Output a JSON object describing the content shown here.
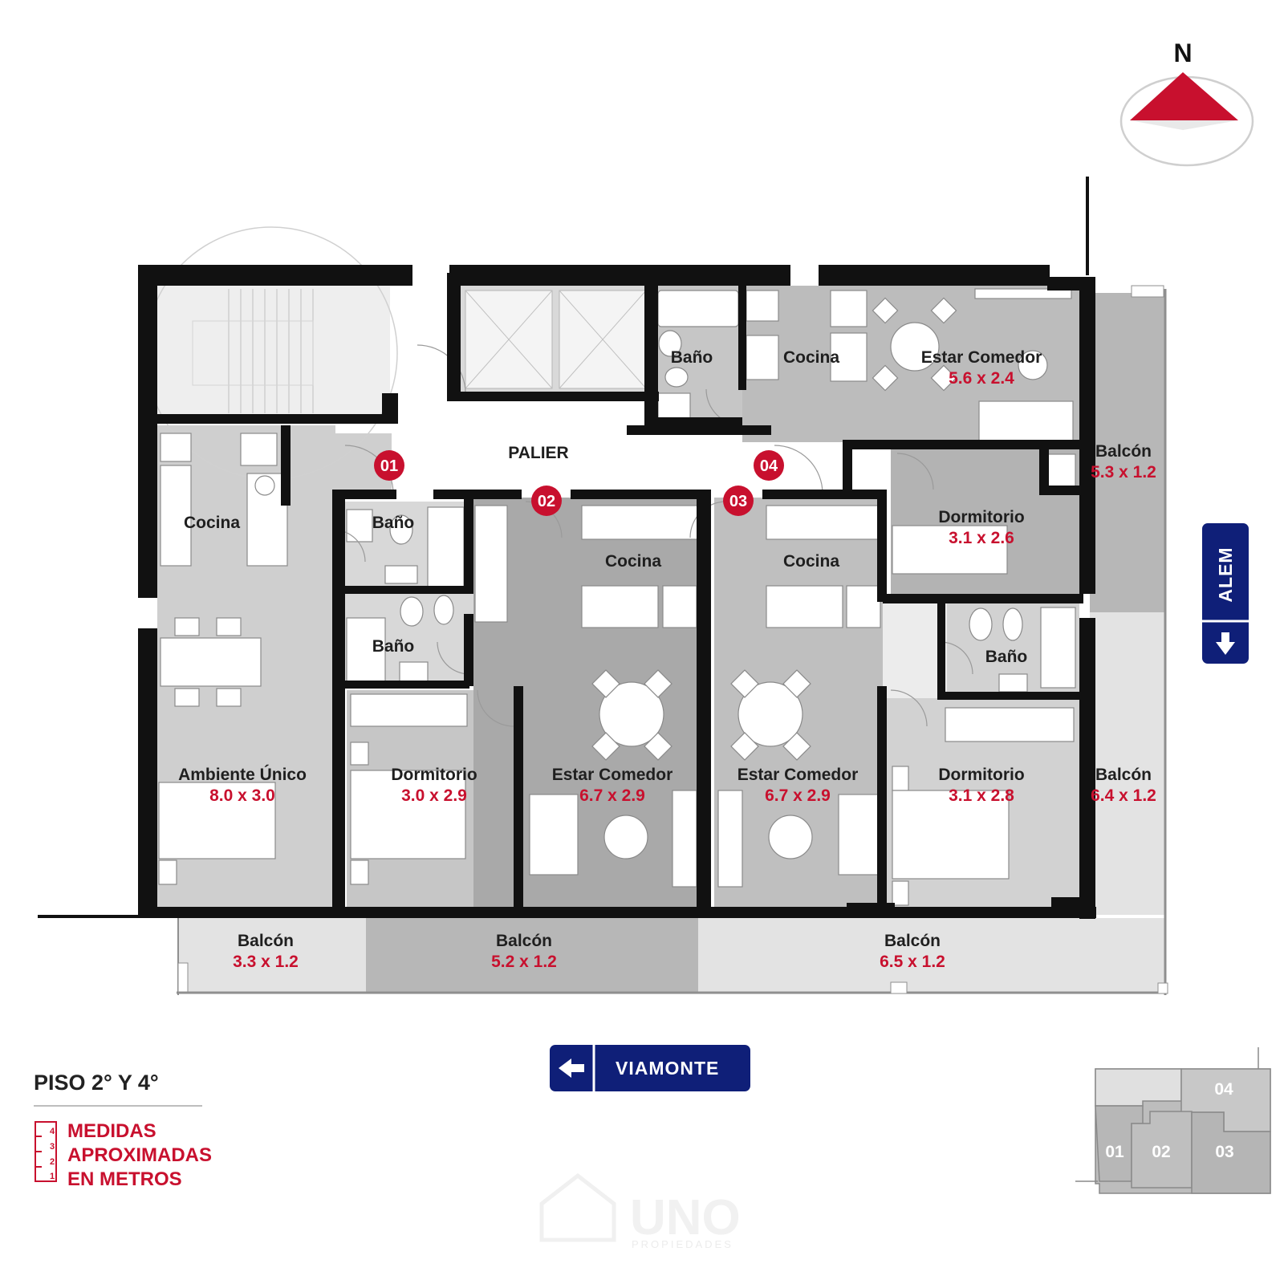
{
  "compass": {
    "label": "N"
  },
  "hall": {
    "label": "PALIER"
  },
  "units": [
    {
      "id": "01",
      "label": "01"
    },
    {
      "id": "02",
      "label": "02"
    },
    {
      "id": "03",
      "label": "03"
    },
    {
      "id": "04",
      "label": "04"
    }
  ],
  "rooms": {
    "u4_bano": {
      "name": "Baño"
    },
    "u4_cocina": {
      "name": "Cocina"
    },
    "u4_estar": {
      "name": "Estar Comedor",
      "dim": "5.6 x 2.4"
    },
    "u4_balcon": {
      "name": "Balcón",
      "dim": "5.3 x 1.2"
    },
    "u4_dormitorio": {
      "name": "Dormitorio",
      "dim": "3.1 x 2.6"
    },
    "u1_cocina": {
      "name": "Cocina"
    },
    "u1_ambiente": {
      "name": "Ambiente Único",
      "dim": "8.0 x 3.0"
    },
    "u1_balcon": {
      "name": "Balcón",
      "dim": "3.3 x 1.2"
    },
    "u2_bano1": {
      "name": "Baño"
    },
    "u2_bano2": {
      "name": "Baño"
    },
    "u2_cocina": {
      "name": "Cocina"
    },
    "u2_dormitorio": {
      "name": "Dormitorio",
      "dim": "3.0 x 2.9"
    },
    "u2_estar": {
      "name": "Estar Comedor",
      "dim": "6.7 x 2.9"
    },
    "u2_balcon": {
      "name": "Balcón",
      "dim": "5.2 x 1.2"
    },
    "u3_cocina": {
      "name": "Cocina"
    },
    "u3_estar": {
      "name": "Estar Comedor",
      "dim": "6.7 x 2.9"
    },
    "u3_bano": {
      "name": "Baño"
    },
    "u3_dormitorio": {
      "name": "Dormitorio",
      "dim": "3.1 x 2.8"
    },
    "u3_balcon_side": {
      "name": "Balcón",
      "dim": "6.4 x 1.2"
    },
    "u3_balcon": {
      "name": "Balcón",
      "dim": "6.5 x 1.2"
    }
  },
  "streets": {
    "side": "ALEM",
    "front": "VIAMONTE"
  },
  "legend": {
    "floor": "PISO 2° Y 4°",
    "measures_line1": "MEDIDAS",
    "measures_line2": "APROXIMADAS",
    "measures_line3": "EN METROS",
    "scale_ticks": [
      "4",
      "3",
      "2",
      "1"
    ]
  },
  "key_plan": {
    "labels": [
      "04",
      "01",
      "02",
      "03"
    ]
  },
  "watermark": {
    "brand": "UNO",
    "sub": "PROPIEDADES"
  },
  "colors": {
    "accent_red": "#c8102e",
    "street_navy": "#0f1f78",
    "room_light": "#d2d2d2",
    "room_mid": "#bcbcbc",
    "room_dark": "#a9a9a9",
    "wall": "#111111"
  }
}
